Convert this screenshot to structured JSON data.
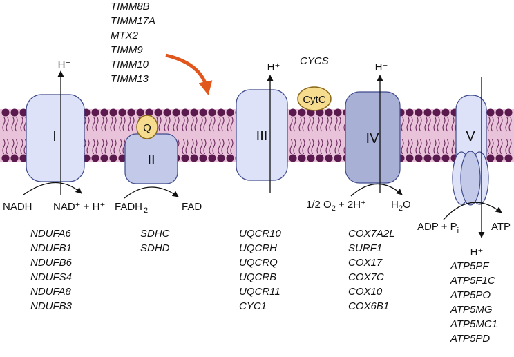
{
  "colors": {
    "membrane_fill": "#e9c3d9",
    "lipid_head": "#5a1a4e",
    "lipid_tail": "#6d2a60",
    "complex_light": "#dde2f8",
    "complex_mid": "#c3c9e8",
    "complex_dark": "#a9b0d6",
    "complex_stroke": "#3e4a8c",
    "carrier_fill": "#f6dc8e",
    "carrier_stroke": "#8a6a1a",
    "import_arrow": "#e0561d",
    "text": "#111111"
  },
  "import_genes": [
    "TIMM8B",
    "TIMM17A",
    "MTX2",
    "TIMM9",
    "TIMM10",
    "TIMM13"
  ],
  "cycs_gene": "CYCS",
  "carriers": {
    "q": "Q",
    "cytc": "CytC"
  },
  "complexes": [
    {
      "roman": "I",
      "proton_top": "H⁺",
      "substrate": "NADH",
      "product": "NAD⁺ + H⁺",
      "genes": [
        "NDUFA6",
        "NDUFB1",
        "NDUFB6",
        "NDUFS4",
        "NDUFA8",
        "NDUFB3"
      ]
    },
    {
      "roman": "II",
      "substrate": "FADH",
      "substrate_sub": "2",
      "product": "FAD",
      "genes": [
        "SDHC",
        "SDHD"
      ]
    },
    {
      "roman": "III",
      "proton_top": "H⁺",
      "genes": [
        "UQCR10",
        "UQCRH",
        "UQCRQ",
        "UQCRB",
        "UQCR11",
        "CYC1"
      ]
    },
    {
      "roman": "IV",
      "proton_top": "H⁺",
      "substrate_a": "1/2 O",
      "substrate_sub": "2",
      "substrate_b": " + 2H⁺",
      "product_a": "H",
      "product_sub": "2",
      "product_b": "O",
      "genes": [
        "COX7A2L",
        "SURF1",
        "COX17",
        "COX7C",
        "COX10",
        "COX6B1"
      ]
    },
    {
      "roman": "V",
      "proton_bottom": "H⁺",
      "substrate_a": "ADP + P",
      "substrate_sub": "i",
      "product": "ATP",
      "genes": [
        "ATP5PF",
        "ATP5F1C",
        "ATP5PO",
        "ATP5MG",
        "ATP5MC1",
        "ATP5PD"
      ]
    }
  ]
}
